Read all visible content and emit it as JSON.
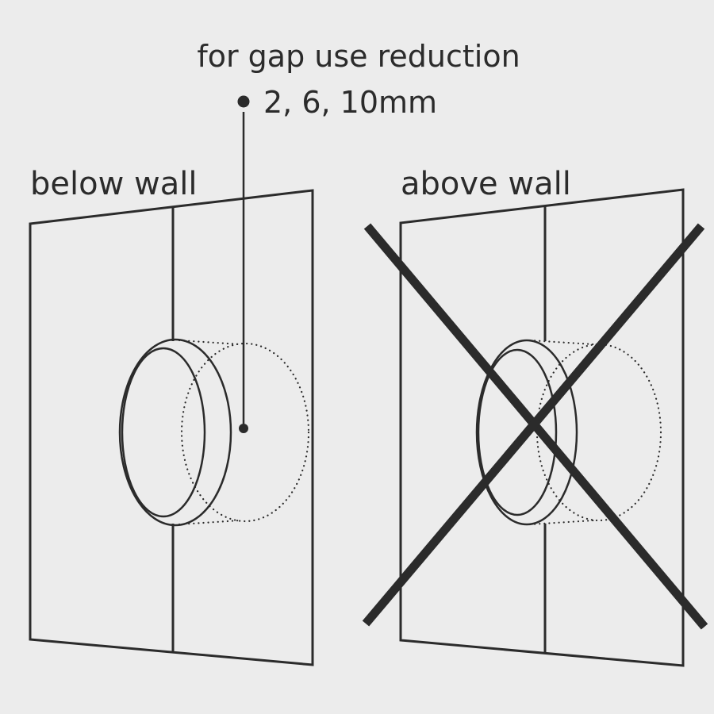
{
  "colors": {
    "background": "#ececec",
    "line": "#2b2b2b",
    "text": "#2b2b2b"
  },
  "annotation": {
    "title": "for gap use reduction",
    "sizes": "2, 6, 10mm"
  },
  "left_panel": {
    "label": "below wall"
  },
  "right_panel": {
    "label": "above wall"
  },
  "icons": {
    "cross": "prohibition-cross"
  }
}
